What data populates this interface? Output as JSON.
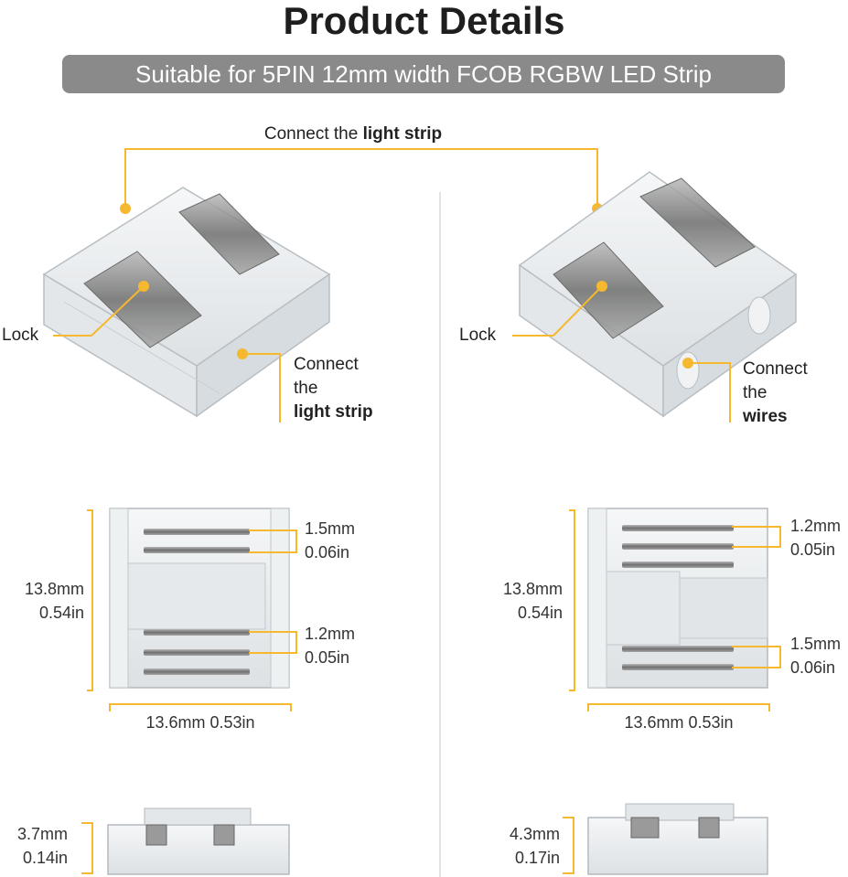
{
  "header": {
    "title": "Product Details",
    "subtitle": "Suitable for 5PIN 12mm width FCOB RGBW LED Strip"
  },
  "top_callout": {
    "prefix": "Connect the ",
    "bold": "light strip"
  },
  "left_connector": {
    "lock_label": "Lock",
    "side_label_line1": "Connect",
    "side_label_line2": "the",
    "side_label_bold": "light strip"
  },
  "right_connector": {
    "lock_label": "Lock",
    "side_label_line1": "Connect",
    "side_label_line2": "the",
    "side_label_bold": "wires"
  },
  "left_top_view": {
    "height_mm": "13.8mm",
    "height_in": "0.54in",
    "pitch_top_mm": "1.5mm",
    "pitch_top_in": "0.06in",
    "pitch_bottom_mm": "1.2mm",
    "pitch_bottom_in": "0.05in",
    "width": "13.6mm 0.53in"
  },
  "right_top_view": {
    "height_mm": "13.8mm",
    "height_in": "0.54in",
    "pitch_top_mm": "1.2mm",
    "pitch_top_in": "0.05in",
    "pitch_bottom_mm": "1.5mm",
    "pitch_bottom_in": "0.06in",
    "width": "13.6mm 0.53in"
  },
  "left_side_view": {
    "thickness_mm": "3.7mm",
    "thickness_in": "0.14in"
  },
  "right_side_view": {
    "thickness_mm": "4.3mm",
    "thickness_in": "0.17in"
  },
  "colors": {
    "accent": "#f5b82e",
    "subtitle_bg": "#8a8a8a",
    "pin_metal": "#8f8f8f",
    "clear_plastic": "#e9ecee"
  }
}
